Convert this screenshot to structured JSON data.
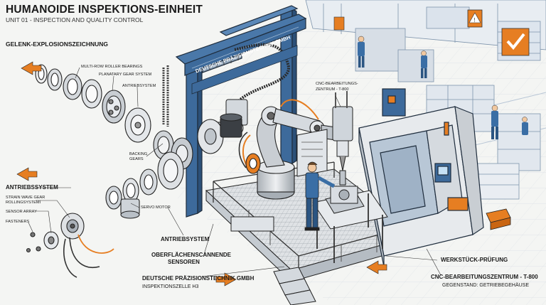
{
  "title": "HUMANOIDE INSPEKTIONS-EINHEIT",
  "subtitle": "UNIT 01 - INSPECTION AND QUALITY CONTROL",
  "callouts": {
    "exploded_view": "GELENK-EXPLOSIONSZEICHNUNG",
    "multirow_bearings": "MULTI-ROW ROLLER BEARINGS",
    "planetary_gear": "PLANATARY GEAR SYSTEM",
    "drive_top": "ANTRIEBSYSTEM",
    "backing_gears_1": "BACKING",
    "backing_gears_2": "GEARS",
    "drive_left": "ANTRIEBSSYSTEM",
    "strain_wave_1": "STRAIN WAVE GEAR",
    "strain_wave_2": "ROLLINGSYSTEMI",
    "sensor_array": "SENSOR ARRAY",
    "fasteners": "FASTENERS",
    "servo_motor": "SERVO MOTOR",
    "drive_bottom": "ANTRIEBSYSTEM",
    "surface_sensors_1": "OBERFLÄCHENSCANNENDE",
    "surface_sensors_2": "SENSOREN",
    "company": "DEUTSCHE PRÄZISIONSTECHNIK GMBH",
    "cell": "INSPEKTIONSZELLE H3",
    "cnc_center_1": "CNC-BEARBEITUNGS-",
    "cnc_center_2": "ZENTRUM - T-800",
    "workpiece_check": "WERKSTÜCK-PRÜFUNG",
    "cnc_center_full": "CNC-BEARBEITUNGSZENTRUM - T-800",
    "subject": "GEGENSTAND: GETRIEBEGEHÄUSE"
  },
  "gantry_sign": "DEUTSCHE PRÄZISIONSTECHNIK GMBH",
  "colors": {
    "accent_orange": "#e67e22",
    "frame_blue": "#3d6a9b",
    "steel_grey": "#c9ccd0",
    "outline": "#222222",
    "worker_blue": "#3a6ea5",
    "background": "#f4f5f3"
  },
  "icons": [
    "gear-icon",
    "warning-icon",
    "checkmark-icon",
    "arrow-icon"
  ]
}
